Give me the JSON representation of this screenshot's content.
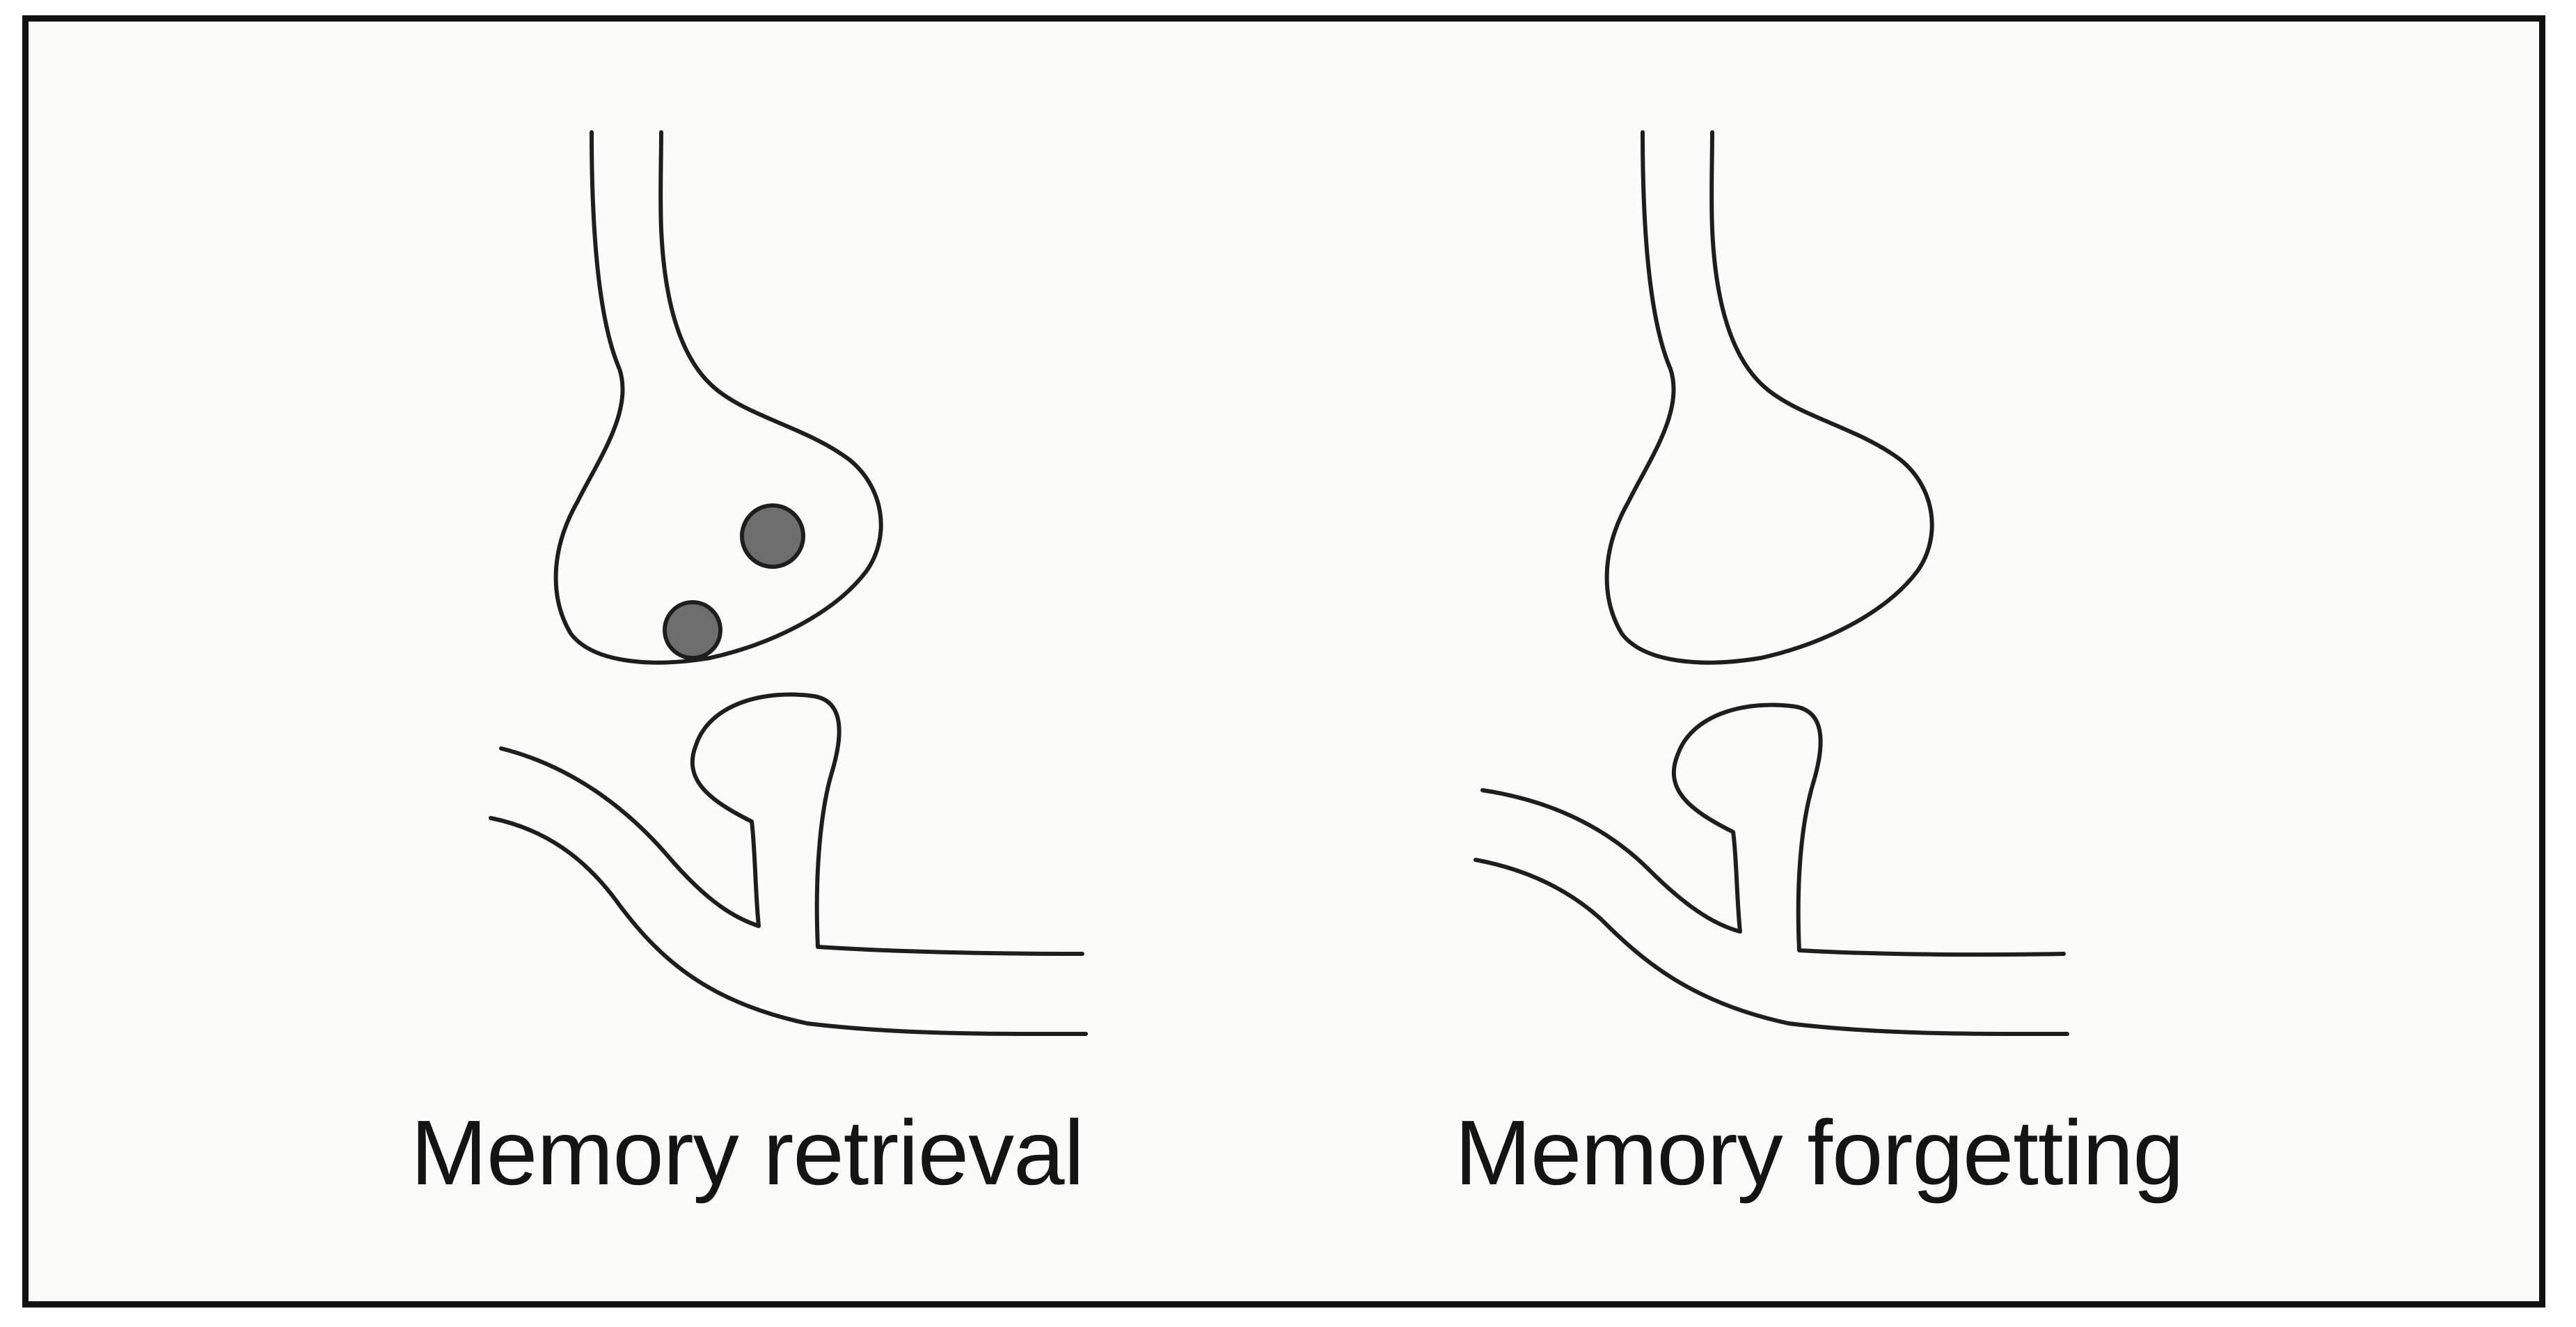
{
  "panels": [
    {
      "id": "retrieval",
      "caption": "Memory retrieval",
      "vesicles_shown": 2
    },
    {
      "id": "forgetting",
      "caption": "Memory forgetting",
      "vesicles_shown": 0
    }
  ],
  "colors": {
    "outline": "#1e1e1e",
    "vesicle_fill": "#6e6e6e",
    "background": "#fbfbfa",
    "border": "#111111"
  }
}
